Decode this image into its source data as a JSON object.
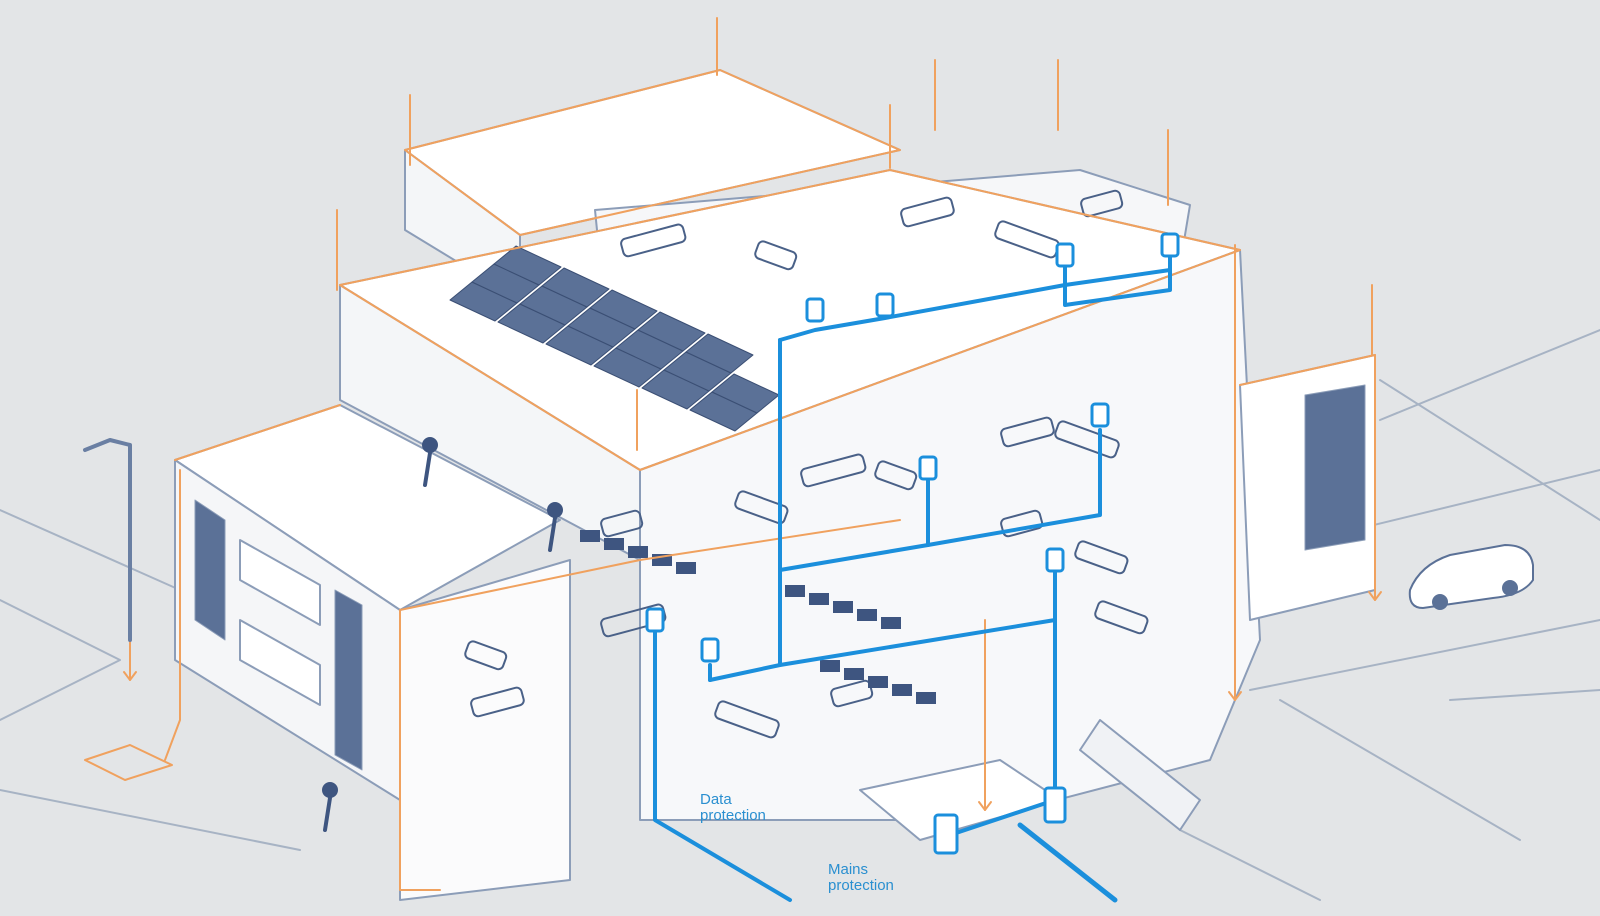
{
  "diagram": {
    "labels": {
      "data_protection": [
        "Data",
        "protection"
      ],
      "mains_protection": [
        "Mains",
        "protection"
      ]
    },
    "colors": {
      "background": "#e3e5e7",
      "building": "#ffffff",
      "outline": "#8c9db8",
      "lightning_conductor": "#f0a15e",
      "network": "#1b8fdc",
      "solar_panel": "#5b7197"
    }
  }
}
